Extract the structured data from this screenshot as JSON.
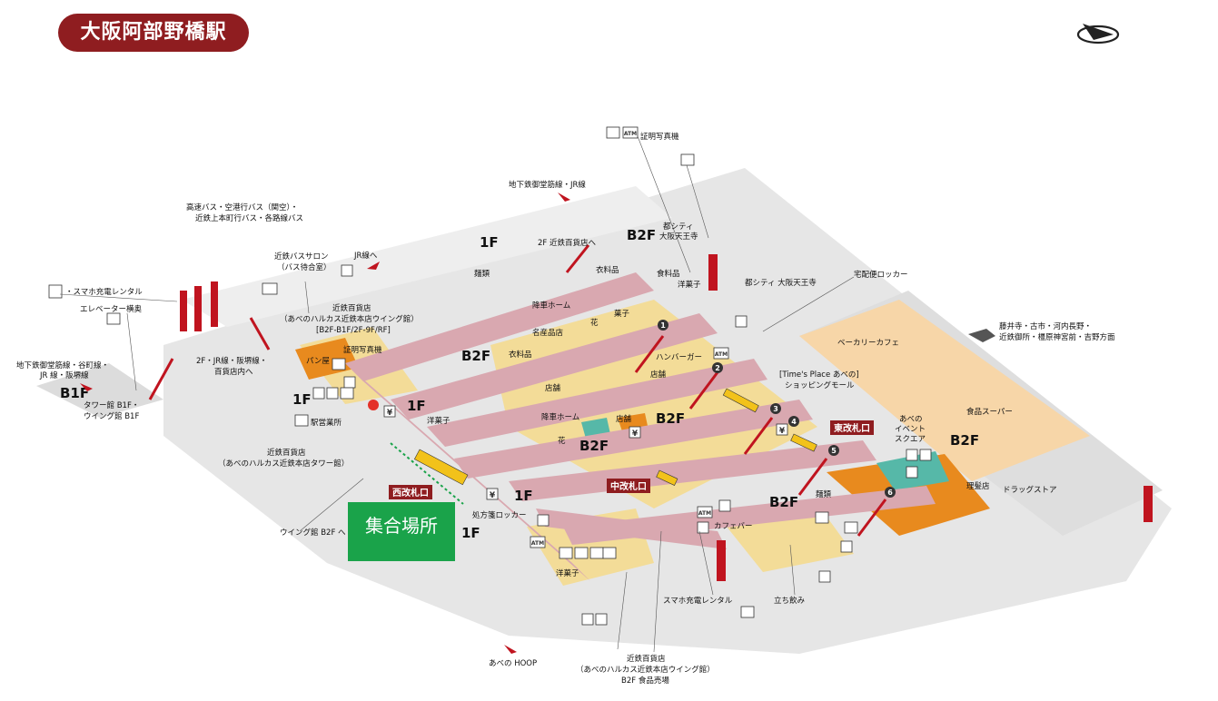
{
  "header": {
    "station_name": "大阪阿部野橋駅"
  },
  "meeting_point": {
    "label": "集合場所"
  },
  "floors": {
    "f1a": "1F",
    "f1b": "1F",
    "f1c": "1F",
    "f1d": "1F",
    "f1e": "1F",
    "b1": "B1F",
    "b2a": "B2F",
    "b2b": "B2F",
    "b2c": "B2F",
    "b2d": "B2F",
    "b2e": "B2F",
    "b2f": "B2F"
  },
  "gates": {
    "west": "西改札口",
    "middle": "中改札口",
    "east": "東改札口"
  },
  "labels": {
    "photo_top": "証明写真機",
    "subway_jr": "地下鉄御堂筋線・JR線",
    "bus": "高速バス・空港行バス（関空）・",
    "bus2": "近鉄上本町行バス・各路線バス",
    "bus_salon": "近鉄バスサロン",
    "bus_salon2": "（バス待合室）",
    "jr_to": "JR線へ",
    "dept_2f": "2F 近鉄百貨店へ",
    "toshi_city": "都シティ",
    "toshi_city2": "大阪天王寺",
    "toshi_city_right": "都シティ 大阪天王寺",
    "takuhai": "宅配便ロッカー",
    "noodles": "麺類",
    "clothing_food": "衣料品",
    "food": "食料品",
    "western_sweets_top": "洋菓子",
    "phone_rental": "・スマホ充電レンタル",
    "elevator": "エレベーター横奥",
    "kintetsu_dept": "近鉄百貨店",
    "kintetsu_dept2": "（あべのハルカス近鉄本店ウイング館）",
    "kintetsu_dept3": "[B2F-B1F/2F-9F/RF]",
    "photo_mid": "証明写真機",
    "jr_hanshin": "2F・JR線・阪堺線・",
    "jr_hanshin2": "百貨店内へ",
    "bread": "パン屋",
    "platform_top": "降車ホーム",
    "souvenir": "名産品店",
    "flowers_top": "花",
    "sweets_top": "菓子",
    "clothing_mid": "衣料品",
    "hamburger": "ハンバーガー",
    "shop_a": "店舗",
    "shop_b": "店舗",
    "shop_c": "店舗",
    "bakery_cafe": "ベーカリーカフェ",
    "times_place": "[Time's Place あべの]",
    "times_place2": "ショッピングモール",
    "direction": "藤井寺・古市・河内長野・",
    "direction2": "近鉄御所・橿原神宮前・吉野方面",
    "subway_tani": "地下鉄御堂筋線・谷町線・",
    "subway_tani2": "JR 線・阪堺線",
    "tower_b1": "タワー館 B1F・",
    "tower_b1_2": "ウイング館 B1F",
    "station_office": "駅営業所",
    "western_sweets_mid": "洋菓子",
    "platform_mid": "降車ホーム",
    "flowers_mid": "花",
    "supermarket": "食品スーパー",
    "abeno_event": "あべの",
    "abeno_event2": "イベント",
    "abeno_event3": "スクエア",
    "kintetsu_tower": "近鉄百貨店",
    "kintetsu_tower2": "（あべのハルカス近鉄本店タワー館）",
    "wing_b2": "ウイング館 B2F へ",
    "pharmacy_locker": "処方箋ロッカー",
    "cafe_bar": "カフェバー",
    "noodles_low": "麺類",
    "barber": "理髪店",
    "drugstore": "ドラッグストア",
    "western_sweets_low": "洋菓子",
    "phone_rental_low": "スマホ充電レンタル",
    "standing_bar": "立ち飲み",
    "hoop": "あべの HOOP",
    "kintetsu_food": "近鉄百貨店",
    "kintetsu_food2": "（あべのハルカス近鉄本店ウイング館）",
    "kintetsu_food3": "B2F 食品売場",
    "atm": "ATM",
    "yen": "¥"
  },
  "platform_numbers": [
    "1",
    "2",
    "3",
    "4",
    "5",
    "6"
  ],
  "colors": {
    "brand": "#8f1d20",
    "concourse": "#d9a8b0",
    "shop_yellow": "#f3dc98",
    "shop_peach": "#f7d6a8",
    "shop_orange": "#e88a1e",
    "teal": "#56b8a8",
    "gray": "#dcdcdc",
    "meeting_green": "#1aa34a"
  }
}
